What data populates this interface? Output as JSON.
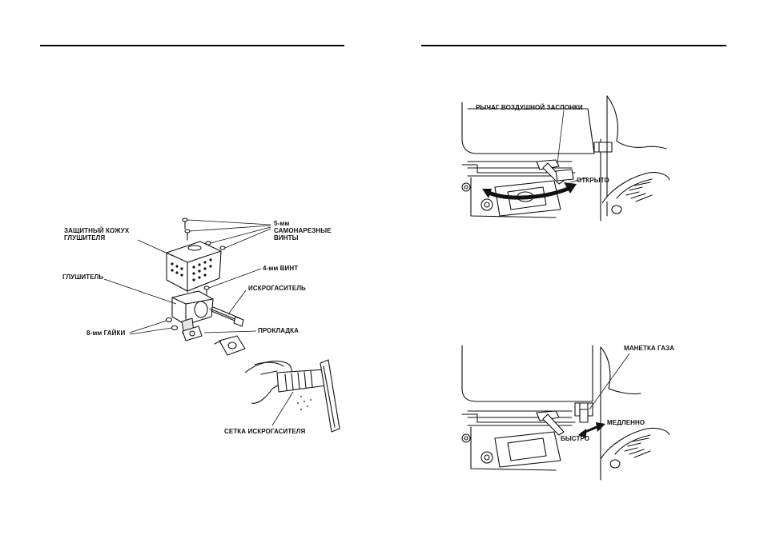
{
  "left_page": {
    "figure": {
      "labels": {
        "shield_line1": "ЗАЩИТНЫЙ КОЖУХ",
        "shield_line2": "ГЛУШИТЕЛЯ",
        "screws5_line1": "5-мм",
        "screws5_line2": "САМОНАРЕЗНЫЕ",
        "screws5_line3": "ВИНТЫ",
        "screw4": "4-мм ВИНТ",
        "muffler": "ГЛУШИТЕЛЬ",
        "spark_arrester": "ИСКРОГАСИТЕЛЬ",
        "nuts8": "8-мм ГАЙКИ",
        "gasket": "ПРОКЛАДКА",
        "screen": "СЕТКА ИСКРОГАСИТЕЛЯ"
      }
    }
  },
  "right_page": {
    "choke_figure": {
      "labels": {
        "choke_lever": "РЫЧАГ ВОЗДУШНОЙ ЗАСЛОНКИ",
        "open": "ОТКРЫТО"
      }
    },
    "throttle_figure": {
      "labels": {
        "throttle_lever": "МАНЕТКА ГАЗА",
        "slow": "МЕДЛЕННО",
        "fast": "БЫСТРО"
      }
    }
  },
  "colors": {
    "ink": "#111111",
    "paper": "#ffffff"
  }
}
